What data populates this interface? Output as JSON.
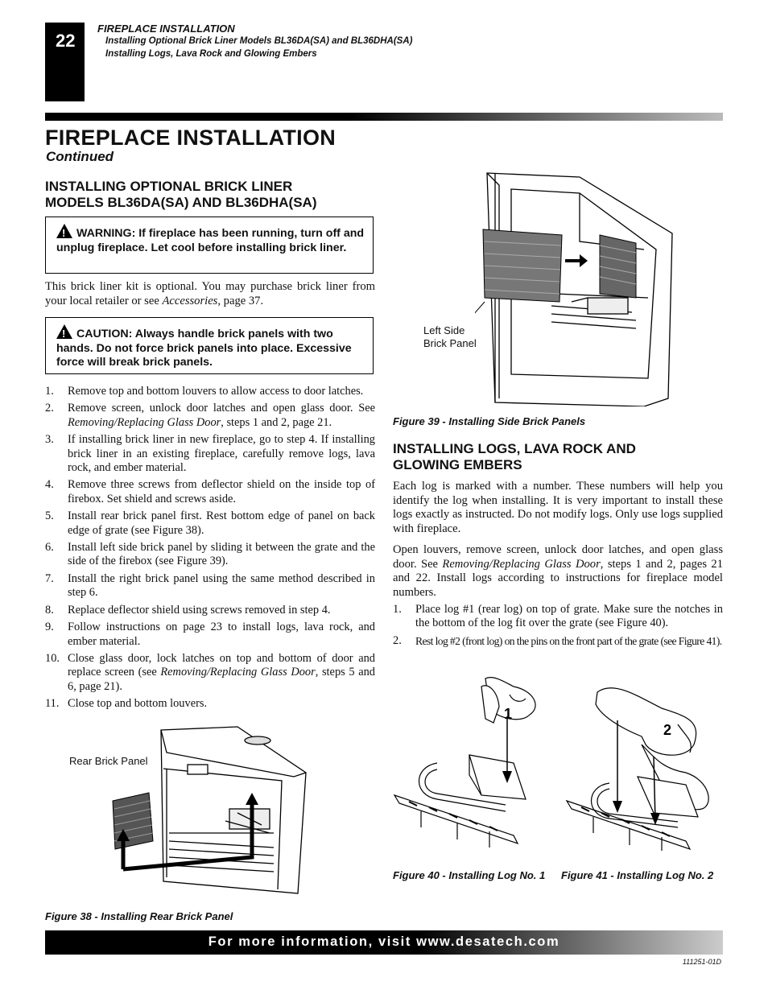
{
  "header": {
    "page_number": "22",
    "section": "FIREPLACE INSTALLATION",
    "subsection_1": "Installing Optional Brick Liner Models BL36DA(SA) and BL36DHA(SA)",
    "subsection_2": "Installing Logs, Lava Rock and Glowing Embers"
  },
  "title": "FIREPLACE INSTALLATION",
  "subtitle": "Continued",
  "brick_section": {
    "heading_line1": "INSTALLING OPTIONAL BRICK LINER",
    "heading_line2": "MODELS BL36DA(SA) AND BL36DHA(SA)",
    "warning": "WARNING: If fireplace has been running, turn off and unplug fireplace. Let cool before installing brick liner.",
    "intro_pre": "This brick liner kit is optional. You may purchase brick liner from your local retailer or see ",
    "intro_italic": "Accessories",
    "intro_post": ", page 37.",
    "caution": "CAUTION: Always handle brick panels with two hands. Do not force brick panels into place. Excessive force will break brick panels.",
    "steps": [
      {
        "n": "1.",
        "pre": "Remove top and bottom louvers to allow access to door latches.",
        "it": "",
        "post": ""
      },
      {
        "n": "2.",
        "pre": "Remove screen, unlock door latches and open glass door. See ",
        "it": "Removing/Replacing Glass Door",
        "post": ", steps 1 and 2, page 21."
      },
      {
        "n": "3.",
        "pre": "If installing brick liner in new fireplace, go to step 4. If installing brick liner in an existing fireplace, carefully remove logs, lava rock, and ember material.",
        "it": "",
        "post": ""
      },
      {
        "n": "4.",
        "pre": "Remove three screws from deflector shield on the inside top of firebox. Set shield and screws aside.",
        "it": "",
        "post": ""
      },
      {
        "n": "5.",
        "pre": "Install rear brick panel first. Rest bottom edge of panel on back edge of grate (see Figure 38).",
        "it": "",
        "post": ""
      },
      {
        "n": "6.",
        "pre": "Install left side brick panel by sliding it between the grate and the side of the firebox (see Figure 39).",
        "it": "",
        "post": ""
      },
      {
        "n": "7.",
        "pre": "Install the right brick panel using the same method described in step 6.",
        "it": "",
        "post": ""
      },
      {
        "n": "8.",
        "pre": "Replace deflector shield using screws removed in step 4.",
        "it": "",
        "post": ""
      },
      {
        "n": "9.",
        "pre": "Follow instructions on page 23 to install logs, lava rock, and ember material.",
        "it": "",
        "post": ""
      },
      {
        "n": "10.",
        "pre": "Close glass door, lock latches on top and bottom of door and replace screen (see ",
        "it": "Removing/Replacing Glass Door",
        "post": ", steps 5 and 6, page 21)."
      },
      {
        "n": "11.",
        "pre": "Close top and bottom louvers.",
        "it": "",
        "post": ""
      }
    ]
  },
  "figures": {
    "fig38_label": "Rear Brick Panel",
    "fig38_caption": "Figure 38 - Installing Rear Brick Panel",
    "fig39_label_1": "Left Side",
    "fig39_label_2": "Brick Panel",
    "fig39_caption": "Figure 39 - Installing Side Brick Panels",
    "fig40_caption": "Figure 40 - Installing Log No. 1",
    "fig41_caption": "Figure 41 - Installing Log No. 2",
    "log1_number": "1",
    "log2_number": "2"
  },
  "logs_section": {
    "heading_line1": "INSTALLING LOGS, LAVA ROCK AND",
    "heading_line2": "GLOWING EMBERS",
    "para1": "Each log is marked with a number. These numbers will help you identify the log when installing. It is very important to install these logs exactly as instructed. Do not modify logs. Only use logs supplied with fireplace.",
    "para2_pre": "Open louvers, remove screen, unlock door latches, and open glass door. See ",
    "para2_it": "Removing/Replacing Glass Door",
    "para2_post": ", steps 1 and 2, pages 21 and 22. Install logs according to instructions for fireplace model numbers.",
    "steps": [
      {
        "n": "1.",
        "text": "Place log #1 (rear log) on top of grate. Make sure the notches in the bottom of the log fit over the grate (see Figure 40)."
      },
      {
        "n": "2.",
        "text": "Rest log #2 (front log) on the pins on the front part of the grate (see Figure 41)."
      }
    ]
  },
  "footer": {
    "text": "For more information, visit www.desatech.com",
    "doc_id": "111251-01D"
  }
}
